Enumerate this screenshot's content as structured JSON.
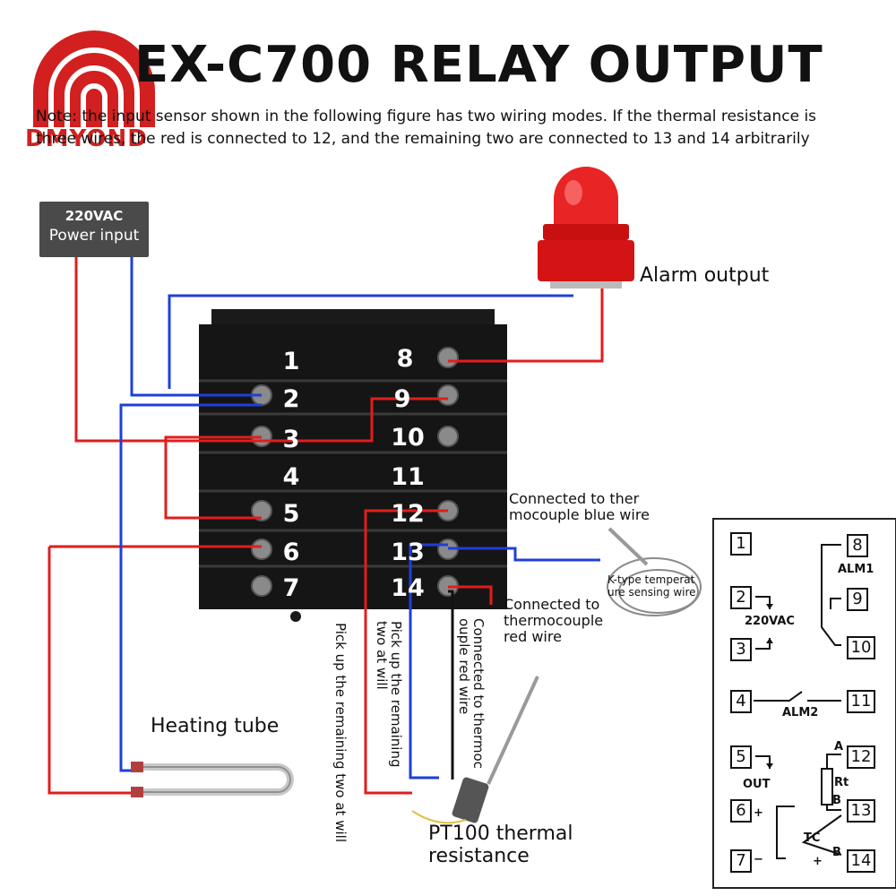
{
  "title": "EX-C700 RELAY OUTPUT",
  "note": {
    "line1": "Note: the input sensor shown in the following figure has two wiring modes. If the thermal resistance is",
    "line2": "three wires, the red is connected to 12, and the remaining two are connected to 13 and 14 arbitrarily"
  },
  "brand": "DMYOND",
  "power": {
    "line1": "220VAC",
    "line2": "Power input"
  },
  "labels": {
    "alarm": "Alarm output",
    "heating": "Heating tube",
    "tc_blue": [
      "Connected to ther",
      "mocouple blue wire"
    ],
    "tc_red": [
      "Connected to",
      "thermocouple",
      "red wire"
    ],
    "ktype": [
      "K-type temperat",
      "ure sensing wire"
    ],
    "pt100": [
      "PT100 thermal",
      "resistance"
    ],
    "v_pick_two": "Pick up the remaining two at will",
    "v_pick_rem": [
      "Pick up the remaining",
      "two at will"
    ],
    "v_conn_red": [
      "Connected to thermoc",
      "ouple red wire"
    ]
  },
  "terminals": {
    "left": [
      "1",
      "2",
      "3",
      "4",
      "5",
      "6",
      "7"
    ],
    "right": [
      "8",
      "9",
      "10",
      "11",
      "12",
      "13",
      "14"
    ]
  },
  "schematic": {
    "boxes": [
      "1",
      "2",
      "3",
      "4",
      "5",
      "6",
      "7",
      "8",
      "9",
      "10",
      "11",
      "12",
      "13",
      "14"
    ],
    "alm1": "ALM1",
    "alm2": "ALM2",
    "vac": "220VAC",
    "out": "OUT",
    "rt": "Rt",
    "tc": "TC",
    "a": "A",
    "b1": "B",
    "b2": "B",
    "plus": "+",
    "minus": "−",
    "tcplus": "+"
  },
  "colors": {
    "red_wire": "#e11d1d",
    "blue_wire": "#1f3fd8",
    "body": "#151515",
    "logo": "#d21f1f"
  }
}
